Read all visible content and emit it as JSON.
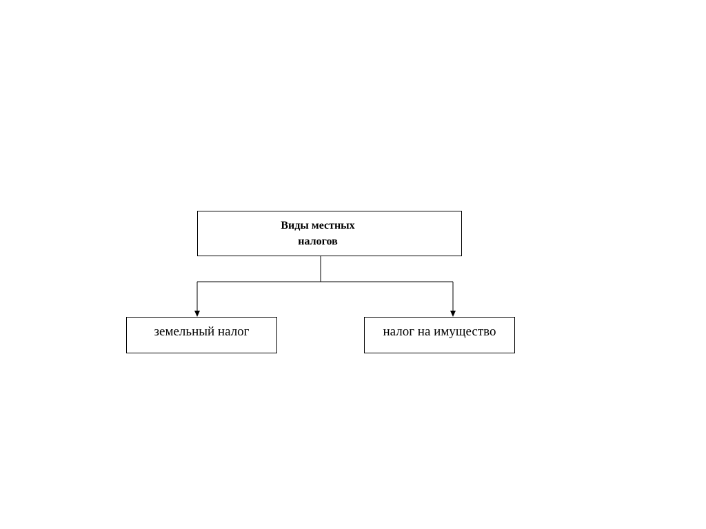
{
  "diagram": {
    "type": "hierarchy",
    "root": {
      "label": "Виды местных налогов"
    },
    "children": [
      {
        "label": "земельный налог"
      },
      {
        "label": "налог на имущество"
      }
    ],
    "colors": {
      "line": "#000000",
      "background": "#ffffff",
      "text": "#000000"
    }
  }
}
